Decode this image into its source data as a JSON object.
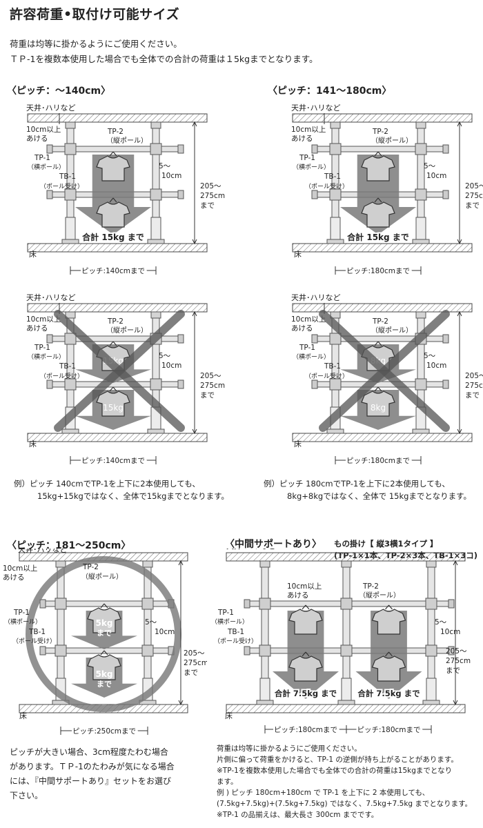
{
  "title": "許容荷重•取付け可能サイズ",
  "intro": [
    "荷重は均等に掛かるようにご使用ください。",
    "ＴＰ-1を複数本使用した場合でも全体での合計の荷重は１5kgまでとなります。"
  ],
  "labels": {
    "ceiling": "天井･ハリなど",
    "floor": "床",
    "gap_top_1": "10cm以上",
    "gap_top_2": "あける",
    "tp2_1": "TP-2",
    "tp2_2": "（縦ポール）",
    "tp1_1": "TP-1",
    "tp1_2": "（横ポール）",
    "tb1_1": "TB-1",
    "tb1_2": "（ポール受け）",
    "side_1": "5～",
    "side_2": "10cm",
    "height_1": "205～",
    "height_2": "275cm",
    "height_3": "まで"
  },
  "sections": {
    "s1": {
      "heading": "〈ピッチ：～140cm〉",
      "pitch": "ピッチ:140cmまで",
      "load": "合計 15kg まで"
    },
    "s2": {
      "heading": "〈ピッチ：141～180cm〉",
      "pitch": "ピッチ:180cmまで",
      "load": "合計 15kg まで"
    },
    "s3": {
      "pitch": "ピッチ:140cmまで",
      "load_top": "15kg",
      "load_bottom": "15kg"
    },
    "s4": {
      "pitch": "ピッチ:180cmまで",
      "load_top": "8kg",
      "load_bottom": "8kg"
    },
    "s5": {
      "heading": "〈ピッチ：181～250cm〉",
      "pitch": "ピッチ:250cmまで",
      "load_top": "5kg",
      "load_bottom": "5kg",
      "made": "まで"
    },
    "s6": {
      "heading": "〈中間サポートあり〉",
      "sub_1": "もの掛け【 縦3横1タイプ 】",
      "sub_2": "(TP-1×1本、TP-2×3本、TB-1×3コ)",
      "pitch_left": "ピッチ:180cmまで",
      "pitch_right": "ピッチ:180cmまで",
      "load_left": "合計 7.5kg まで",
      "load_right": "合計 7.5kg まで"
    }
  },
  "notes": {
    "ex1": [
      "例）ピッチ 140cmでTP-1を上下に2本使用しても、",
      "15kg+15kgではなく、全体で15kgまでとなります。"
    ],
    "ex2": [
      "例）ピッチ 180cmでTP-1を上下に2本使用しても、",
      "8kg+8kgではなく、全体で 15kgまでとなります。"
    ],
    "ex3": [
      "ピッチが大きい場合、3cm程度たわむ場合",
      "があります。ＴＰ-1のたわみが気になる場合",
      "には、『中間サポートあり』セットをお選び",
      "下さい。"
    ],
    "ex4": [
      "荷重は均等に掛かるようにご使用ください。",
      "片側に偏って荷重をかけると、TP-1 の逆側が持ち上がることがあります。",
      "※TP-1を複数本使用した場合でも全体での合計の荷重は15kgまでとなり",
      "ます。",
      "例 ) ピッチ 180cm+180cm で TP-1 を上下に 2 本使用しても、",
      "(7.5kg+7.5kg)+(7.5kg+7.5kg) ではなく、7.5kg+7.5kg までとなります。",
      "※TP-1 の品揃えは、最大長さ 300cm までです。"
    ]
  }
}
